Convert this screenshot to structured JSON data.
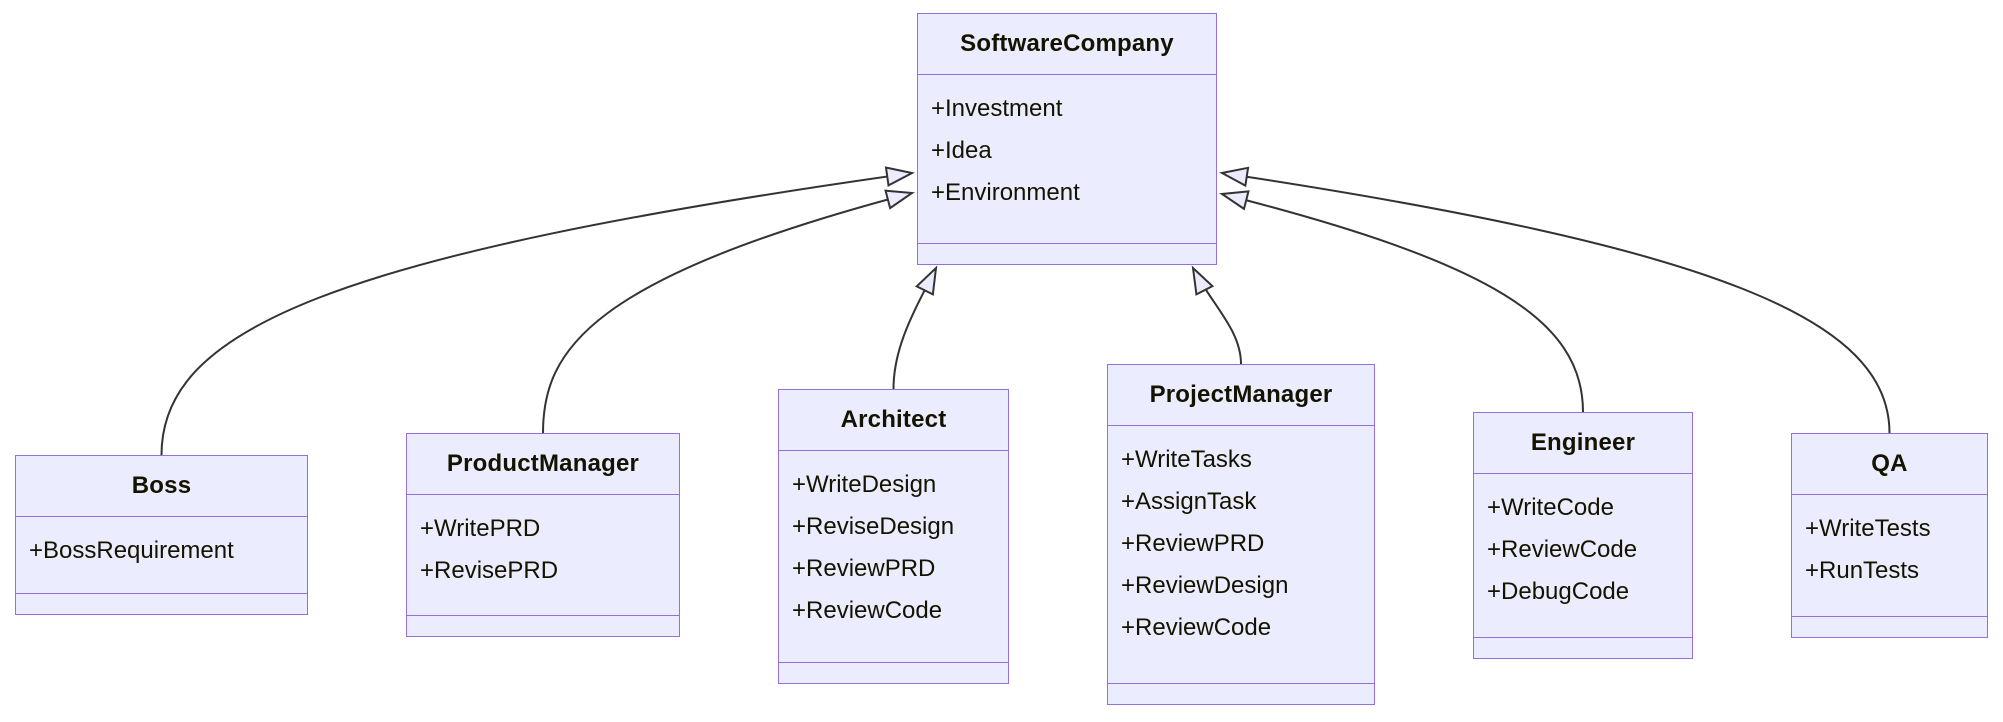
{
  "diagram": {
    "type": "uml-class-diagram",
    "classes": [
      {
        "id": "software-company",
        "name": "SoftwareCompany",
        "members": [
          "+Investment",
          "+Idea",
          "+Environment"
        ]
      },
      {
        "id": "boss",
        "name": "Boss",
        "members": [
          "+BossRequirement"
        ]
      },
      {
        "id": "product-manager",
        "name": "ProductManager",
        "members": [
          "+WritePRD",
          "+RevisePRD"
        ]
      },
      {
        "id": "architect",
        "name": "Architect",
        "members": [
          "+WriteDesign",
          "+ReviseDesign",
          "+ReviewPRD",
          "+ReviewCode"
        ]
      },
      {
        "id": "project-manager",
        "name": "ProjectManager",
        "members": [
          "+WriteTasks",
          "+AssignTask",
          "+ReviewPRD",
          "+ReviewDesign",
          "+ReviewCode"
        ]
      },
      {
        "id": "engineer",
        "name": "Engineer",
        "members": [
          "+WriteCode",
          "+ReviewCode",
          "+DebugCode"
        ]
      },
      {
        "id": "qa",
        "name": "QA",
        "members": [
          "+WriteTests",
          "+RunTests"
        ]
      }
    ],
    "relations": [
      {
        "from": "Boss",
        "to": "SoftwareCompany",
        "type": "inheritance"
      },
      {
        "from": "ProductManager",
        "to": "SoftwareCompany",
        "type": "inheritance"
      },
      {
        "from": "Architect",
        "to": "SoftwareCompany",
        "type": "inheritance"
      },
      {
        "from": "ProjectManager",
        "to": "SoftwareCompany",
        "type": "inheritance"
      },
      {
        "from": "Engineer",
        "to": "SoftwareCompany",
        "type": "inheritance"
      },
      {
        "from": "QA",
        "to": "SoftwareCompany",
        "type": "inheritance"
      }
    ],
    "colors": {
      "node_fill": "#ECECFF",
      "node_border": "#9370DB",
      "edge_stroke": "#333333",
      "text": "#131300",
      "background": "#ffffff"
    }
  }
}
